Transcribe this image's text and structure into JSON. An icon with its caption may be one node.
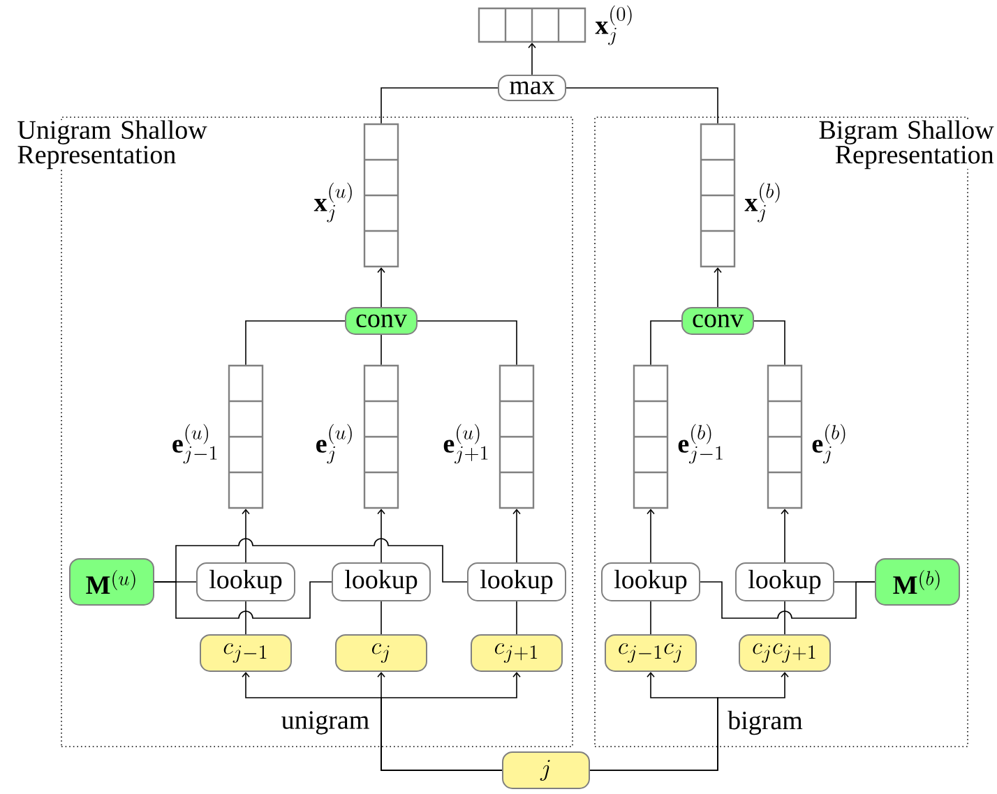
{
  "diagram": {
    "nodes": [
      {
        "text": [
          "Unigram Shallow Representation"
        ]
      },
      {
        "text": [
          "Bigram Shallow Representation"
        ]
      },
      {
        "text": [],
        "shape": "bar",
        "beside": [
          "\\mathbf{x}_j^{(0)}"
        ]
      },
      {
        "text": [
          "max"
        ]
      },
      {
        "text": [],
        "shape": "bar",
        "in": 0,
        "beside": [
          "\\mathbf{x}_j^{(u)}"
        ]
      },
      {
        "text": [],
        "shape": "bar",
        "in": 1,
        "beside": [
          "\\mathbf{x}_j^{(b)}"
        ]
      },
      {
        "text": [
          "conv"
        ],
        "in": 0
      },
      {
        "text": [
          "conv"
        ],
        "in": 1
      },
      {
        "text": [],
        "shape": "bar",
        "in": 0,
        "beside": [
          "\\mathbf{e}_{j-1}^{(u)}"
        ]
      },
      {
        "text": [],
        "shape": "bar",
        "in": 0,
        "beside": [
          "\\mathbf{e}_{j}^{(u)}"
        ]
      },
      {
        "text": [],
        "shape": "bar",
        "in": 0,
        "beside": [
          "\\mathbf{e}_{j+1}^{(u)}"
        ]
      },
      {
        "text": [],
        "shape": "bar",
        "in": 1,
        "beside": [
          "\\mathbf{e}_{j-1}^{(b)}"
        ]
      },
      {
        "text": [],
        "shape": "bar",
        "in": 1,
        "beside": [
          "\\mathbf{e}_{j}^{(b)}"
        ]
      },
      {
        "text": [
          "\\mathbf{M}^{(u)}"
        ],
        "in": 0
      },
      {
        "text": [
          "lookup"
        ],
        "in": 0
      },
      {
        "text": [
          "lookup"
        ],
        "in": 0
      },
      {
        "text": [
          "lookup"
        ],
        "in": 0
      },
      {
        "text": [
          "lookup"
        ],
        "in": 1
      },
      {
        "text": [
          "lookup"
        ],
        "in": 1
      },
      {
        "text": [
          "\\mathbf{M}^{(b)}"
        ],
        "in": 1
      },
      {
        "text": [
          "c_{j-1}"
        ],
        "in": 0
      },
      {
        "text": [
          "c_{j}"
        ],
        "in": 0
      },
      {
        "text": [
          "c_{j+1}"
        ],
        "in": 0
      },
      {
        "text": [
          "c_{j-1}c_{j}"
        ],
        "in": 1
      },
      {
        "text": [
          "c_{j}c_{j+1}"
        ],
        "in": 1
      },
      {
        "text": [
          "j"
        ]
      }
    ],
    "edges": [
      {
        "from": 3,
        "to": 2,
        "arrow": "to"
      },
      {
        "from": 4,
        "to": 3,
        "arrow": "none"
      },
      {
        "from": 5,
        "to": 3,
        "arrow": "none"
      },
      {
        "from": 6,
        "to": 4,
        "arrow": "to"
      },
      {
        "from": 7,
        "to": 5,
        "arrow": "to"
      },
      {
        "from": 8,
        "to": 6,
        "arrow": "none"
      },
      {
        "from": 9,
        "to": 6,
        "arrow": "none"
      },
      {
        "from": 10,
        "to": 6,
        "arrow": "none"
      },
      {
        "from": 11,
        "to": 7,
        "arrow": "none"
      },
      {
        "from": 12,
        "to": 7,
        "arrow": "none"
      },
      {
        "from": 14,
        "to": 8,
        "arrow": "to"
      },
      {
        "from": 15,
        "to": 9,
        "arrow": "to"
      },
      {
        "from": 16,
        "to": 10,
        "arrow": "to"
      },
      {
        "from": 17,
        "to": 11,
        "arrow": "to"
      },
      {
        "from": 18,
        "to": 12,
        "arrow": "to"
      },
      {
        "from": 13,
        "to": 14,
        "arrow": "none"
      },
      {
        "from": 13,
        "to": 15,
        "arrow": "none"
      },
      {
        "from": 13,
        "to": 16,
        "arrow": "none"
      },
      {
        "from": 19,
        "to": 18,
        "arrow": "none"
      },
      {
        "from": 19,
        "to": 17,
        "arrow": "none"
      },
      {
        "from": 20,
        "to": 14,
        "arrow": "none"
      },
      {
        "from": 21,
        "to": 15,
        "arrow": "none"
      },
      {
        "from": 22,
        "to": 16,
        "arrow": "none"
      },
      {
        "from": 23,
        "to": 17,
        "arrow": "none"
      },
      {
        "from": 24,
        "to": 18,
        "arrow": "none"
      },
      {
        "from": 25,
        "to": 20,
        "arrow": "to"
      },
      {
        "from": 25,
        "to": 21,
        "arrow": "to"
      },
      {
        "from": 25,
        "to": 22,
        "arrow": "to"
      },
      {
        "from": 25,
        "to": 23,
        "arrow": "to"
      },
      {
        "from": 25,
        "to": 24,
        "arrow": "to"
      }
    ],
    "labels": [
      "unigram",
      "bigram"
    ]
  }
}
